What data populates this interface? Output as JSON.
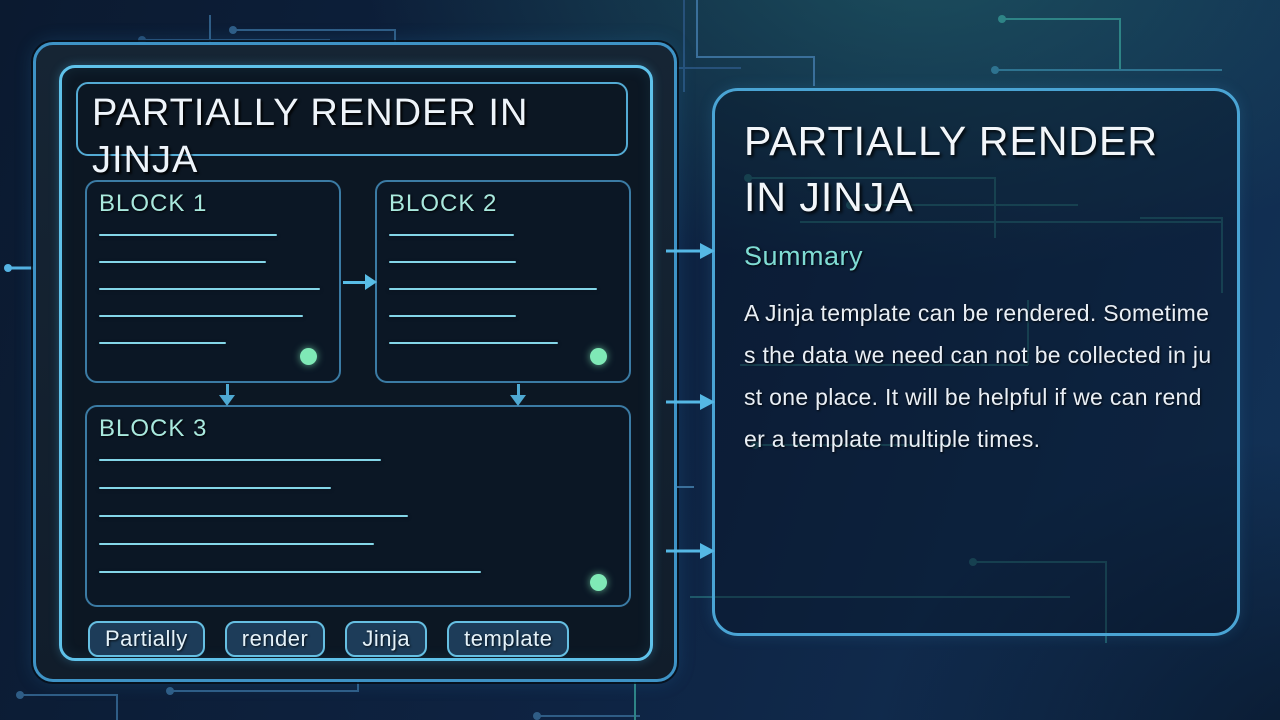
{
  "colors": {
    "accent_border": "#5fc2ea",
    "muted_border": "#3b7ba4",
    "teal_text": "#8fe3da",
    "line_cyan": "#84d6e8",
    "status_dot_green": "#7fe9b6",
    "tag_fill": "#1d3c59"
  },
  "slide": {
    "title": "PARTIALLY RENDER IN JINJA",
    "blocks": [
      {
        "label": "BLOCK 1"
      },
      {
        "label": "BLOCK 2"
      },
      {
        "label": "BLOCK 3"
      }
    ],
    "tags": [
      "Partially",
      "render",
      "Jinja",
      "template"
    ]
  },
  "detail": {
    "title": "PARTIALLY RENDER IN JINJA",
    "section_label": "Summary",
    "body": "A Jinja template can be rendered. Sometimes the data we need can not be collected in just one place. It will be helpful if we can render a template multiple times."
  }
}
